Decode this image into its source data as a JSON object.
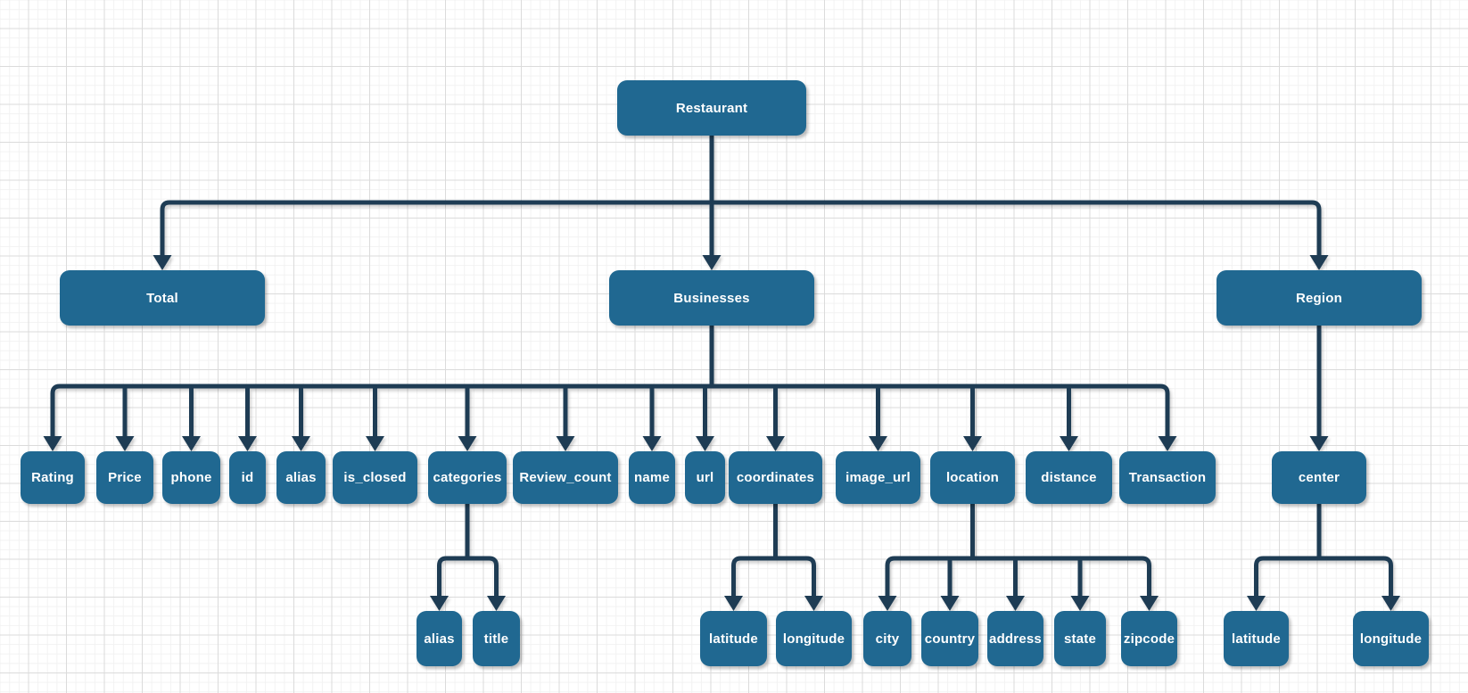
{
  "colors": {
    "canvas_bg": "#ffffff",
    "grid_minor": "#f2f2f2",
    "grid_major": "#dbdbdb",
    "node_fill": "#206891",
    "node_text": "#ffffff",
    "connector": "#1e3c54"
  },
  "diagram": {
    "nodes": {
      "restaurant": "Restaurant",
      "total": "Total",
      "businesses": "Businesses",
      "region": "Region",
      "rating": "Rating",
      "price": "Price",
      "phone": "phone",
      "id": "id",
      "alias": "alias",
      "is_closed": "is_closed",
      "categories": "categories",
      "review_count": "Review_count",
      "name": "name",
      "url": "url",
      "coordinates": "coordinates",
      "image_url": "image_url",
      "location": "location",
      "distance": "distance",
      "transaction": "Transaction",
      "center": "center",
      "categories_alias": "alias",
      "categories_title": "title",
      "coordinates_latitude": "latitude",
      "coordinates_longitude": "longitude",
      "location_city": "city",
      "location_country": "country",
      "location_address": "address",
      "location_state": "state",
      "location_zipcode": "zipcode",
      "center_latitude": "latitude",
      "center_longitude": "longitude"
    },
    "tree": {
      "Restaurant": {
        "Total": {},
        "Businesses": {
          "Rating": {},
          "Price": {},
          "phone": {},
          "id": {},
          "alias": {},
          "is_closed": {},
          "categories": {
            "alias": {},
            "title": {}
          },
          "Review_count": {},
          "name": {},
          "url": {},
          "coordinates": {
            "latitude": {},
            "longitude": {}
          },
          "image_url": {},
          "location": {
            "city": {},
            "country": {},
            "address": {},
            "state": {},
            "zipcode": {}
          },
          "distance": {},
          "Transaction": {}
        },
        "Region": {
          "center": {
            "latitude": {},
            "longitude": {}
          }
        }
      }
    }
  }
}
